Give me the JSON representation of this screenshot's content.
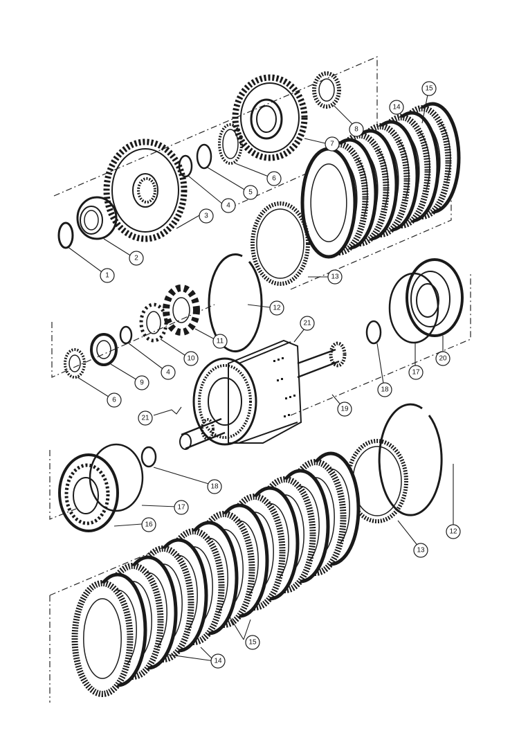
{
  "diagram": {
    "ink_color": "#1a1a1a",
    "background": "#ffffff",
    "callouts": [
      {
        "id": "c1",
        "label": "1"
      },
      {
        "id": "c2",
        "label": "2"
      },
      {
        "id": "c3",
        "label": "3"
      },
      {
        "id": "c4a",
        "label": "4"
      },
      {
        "id": "c5",
        "label": "5"
      },
      {
        "id": "c6a",
        "label": "6"
      },
      {
        "id": "c7",
        "label": "7"
      },
      {
        "id": "c8",
        "label": "8"
      },
      {
        "id": "c14a",
        "label": "14"
      },
      {
        "id": "c15a",
        "label": "15"
      },
      {
        "id": "c13a",
        "label": "13"
      },
      {
        "id": "c12a",
        "label": "12"
      },
      {
        "id": "c11",
        "label": "11"
      },
      {
        "id": "c10",
        "label": "10"
      },
      {
        "id": "c4b",
        "label": "4"
      },
      {
        "id": "c9",
        "label": "9"
      },
      {
        "id": "c6b",
        "label": "6"
      },
      {
        "id": "c21a",
        "label": "21"
      },
      {
        "id": "c18a",
        "label": "18"
      },
      {
        "id": "c17a",
        "label": "17"
      },
      {
        "id": "c20",
        "label": "20"
      },
      {
        "id": "c19",
        "label": "19"
      },
      {
        "id": "c21b",
        "label": "21"
      },
      {
        "id": "c18b",
        "label": "18"
      },
      {
        "id": "c17b",
        "label": "17"
      },
      {
        "id": "c16",
        "label": "16"
      },
      {
        "id": "c13b",
        "label": "13"
      },
      {
        "id": "c12b",
        "label": "12"
      },
      {
        "id": "c15b",
        "label": "15"
      },
      {
        "id": "c14b",
        "label": "14"
      }
    ]
  }
}
